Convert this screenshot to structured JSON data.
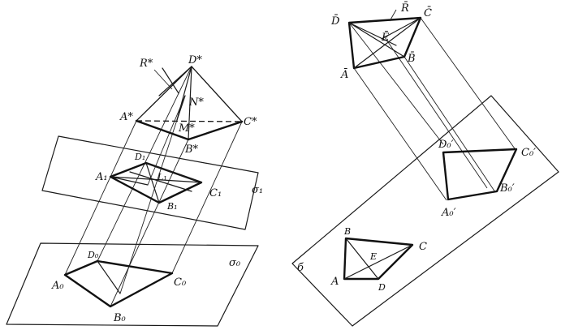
{
  "left_figure": {
    "plane_top_label": "σ₁",
    "plane_bottom_label": "σ₀",
    "points": {
      "R_star": "R*",
      "D_star": "D*",
      "N_star": "N*",
      "A_star": "A*",
      "M_star": "M*",
      "C_star": "C*",
      "B_star": "B*",
      "D1": "D₁",
      "A1": "A₁",
      "L1": "L₁",
      "C1": "C₁",
      "B1": "B₁",
      "D0": "D₀",
      "A0": "A₀",
      "C0": "C₀",
      "B0": "B₀"
    }
  },
  "right_figure": {
    "plane_label": "б",
    "points": {
      "D_bar": "D̄",
      "R_bar": "R̄",
      "C_bar": "C̄",
      "E_bar": "Ē",
      "B_bar": "B̄",
      "A_bar": "Ā",
      "D0p": "D₀′",
      "C0p": "C₀′",
      "B0p": "B₀′",
      "A0p": "A₀′",
      "B": "B",
      "C": "C",
      "E": "E",
      "A": "A",
      "D": "D"
    }
  }
}
